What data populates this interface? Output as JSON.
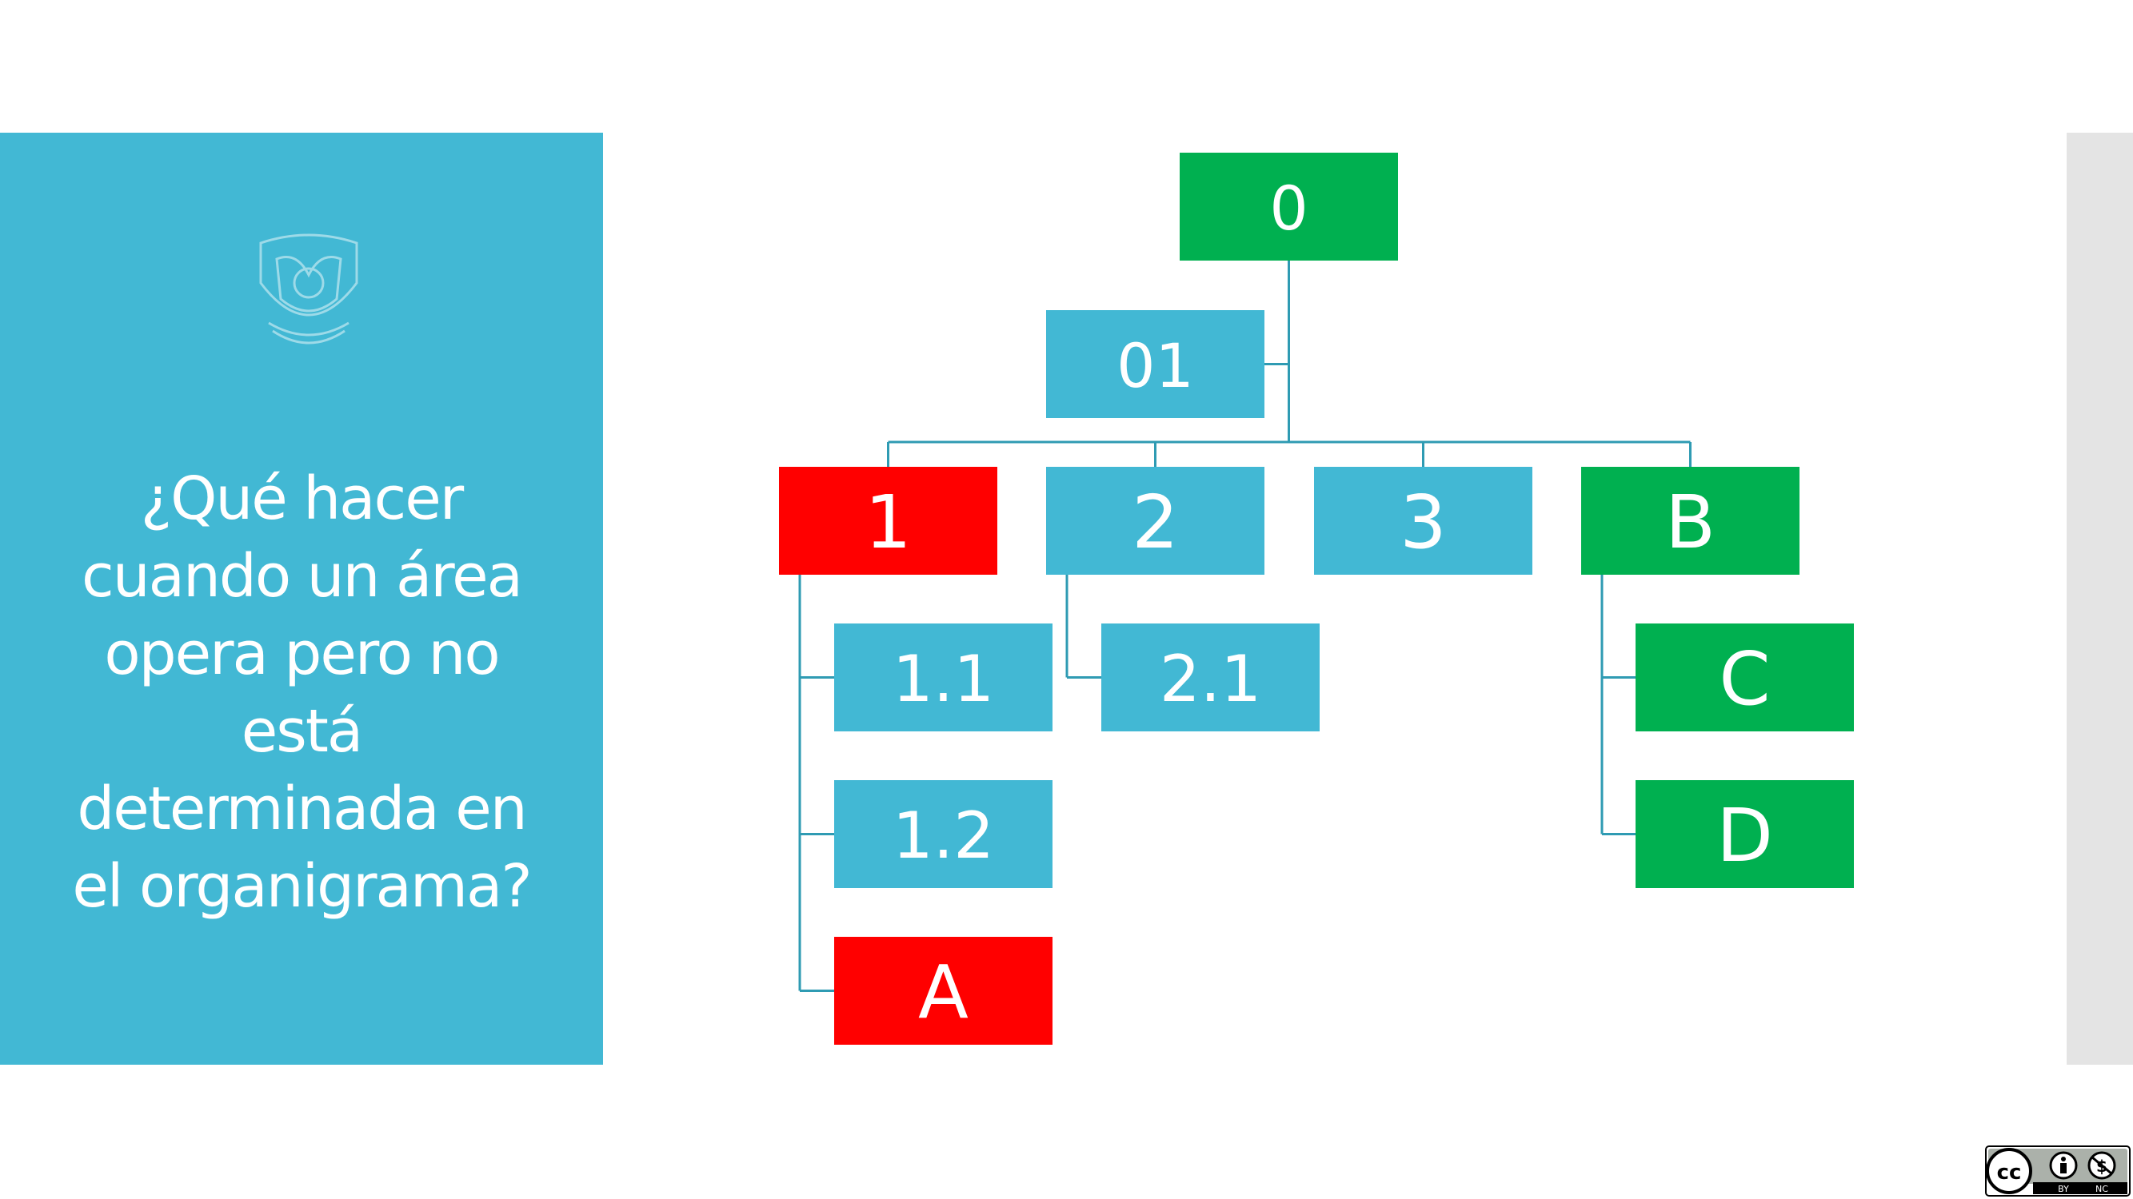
{
  "slide": {
    "question_lines": [
      "¿Qué hacer",
      "cuando un área",
      "opera pero no",
      "está",
      "determinada en",
      "el organigrama?"
    ]
  },
  "colors": {
    "panel": "#42b8d4",
    "green": "#00b050",
    "red": "#ff0000",
    "blue": "#42b8d4",
    "connector": "#2f9bb3"
  },
  "org_chart": {
    "nodes": [
      {
        "id": "0",
        "label": "0",
        "color": "green"
      },
      {
        "id": "01",
        "label": "01",
        "color": "blue",
        "parent": "0",
        "relation": "assistant"
      },
      {
        "id": "1",
        "label": "1",
        "color": "red",
        "parent": "0"
      },
      {
        "id": "2",
        "label": "2",
        "color": "blue",
        "parent": "0"
      },
      {
        "id": "3",
        "label": "3",
        "color": "blue",
        "parent": "0"
      },
      {
        "id": "B",
        "label": "B",
        "color": "green",
        "parent": "0"
      },
      {
        "id": "1.1",
        "label": "1.1",
        "color": "blue",
        "parent": "1"
      },
      {
        "id": "1.2",
        "label": "1.2",
        "color": "blue",
        "parent": "1"
      },
      {
        "id": "A",
        "label": "A",
        "color": "red",
        "parent": "1"
      },
      {
        "id": "2.1",
        "label": "2.1",
        "color": "blue",
        "parent": "2"
      },
      {
        "id": "C",
        "label": "C",
        "color": "green",
        "parent": "B"
      },
      {
        "id": "D",
        "label": "D",
        "color": "green",
        "parent": "B"
      }
    ]
  },
  "license_badge": {
    "icon": "cc-by-nc-icon",
    "labels": [
      "BY",
      "NC"
    ]
  }
}
